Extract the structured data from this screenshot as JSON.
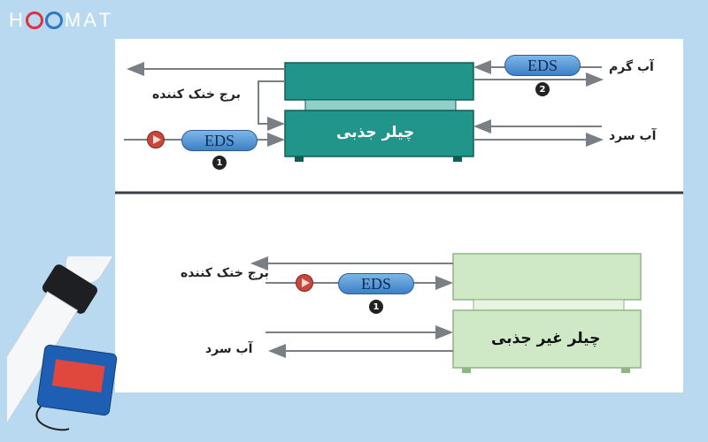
{
  "brand": {
    "logo_letters": [
      "H",
      "M",
      "A",
      "T"
    ]
  },
  "top_diagram": {
    "chiller_label": "چیلر جذبی",
    "cooling_tower_label": "برج خنک کننده",
    "hot_water_label": "آب گرم",
    "cold_water_label": "آب سرد",
    "eds_1": "EDS",
    "eds_2": "EDS",
    "badge_1": "1",
    "badge_2": "2"
  },
  "bottom_diagram": {
    "chiller_label": "چیلر غیر جذبی",
    "cooling_tower_label": "برج خنک کننده",
    "cold_water_label": "آب سرد",
    "eds_1": "EDS",
    "badge_1": "1"
  },
  "colors": {
    "background": "#b9d9f1",
    "absorption_chiller": "#21958a",
    "non_absorption_chiller": "#cfe9c7",
    "eds": "#4f8fd3",
    "pump": "#c9463d"
  },
  "icons": [
    "pump-icon",
    "descaler-device-image"
  ]
}
